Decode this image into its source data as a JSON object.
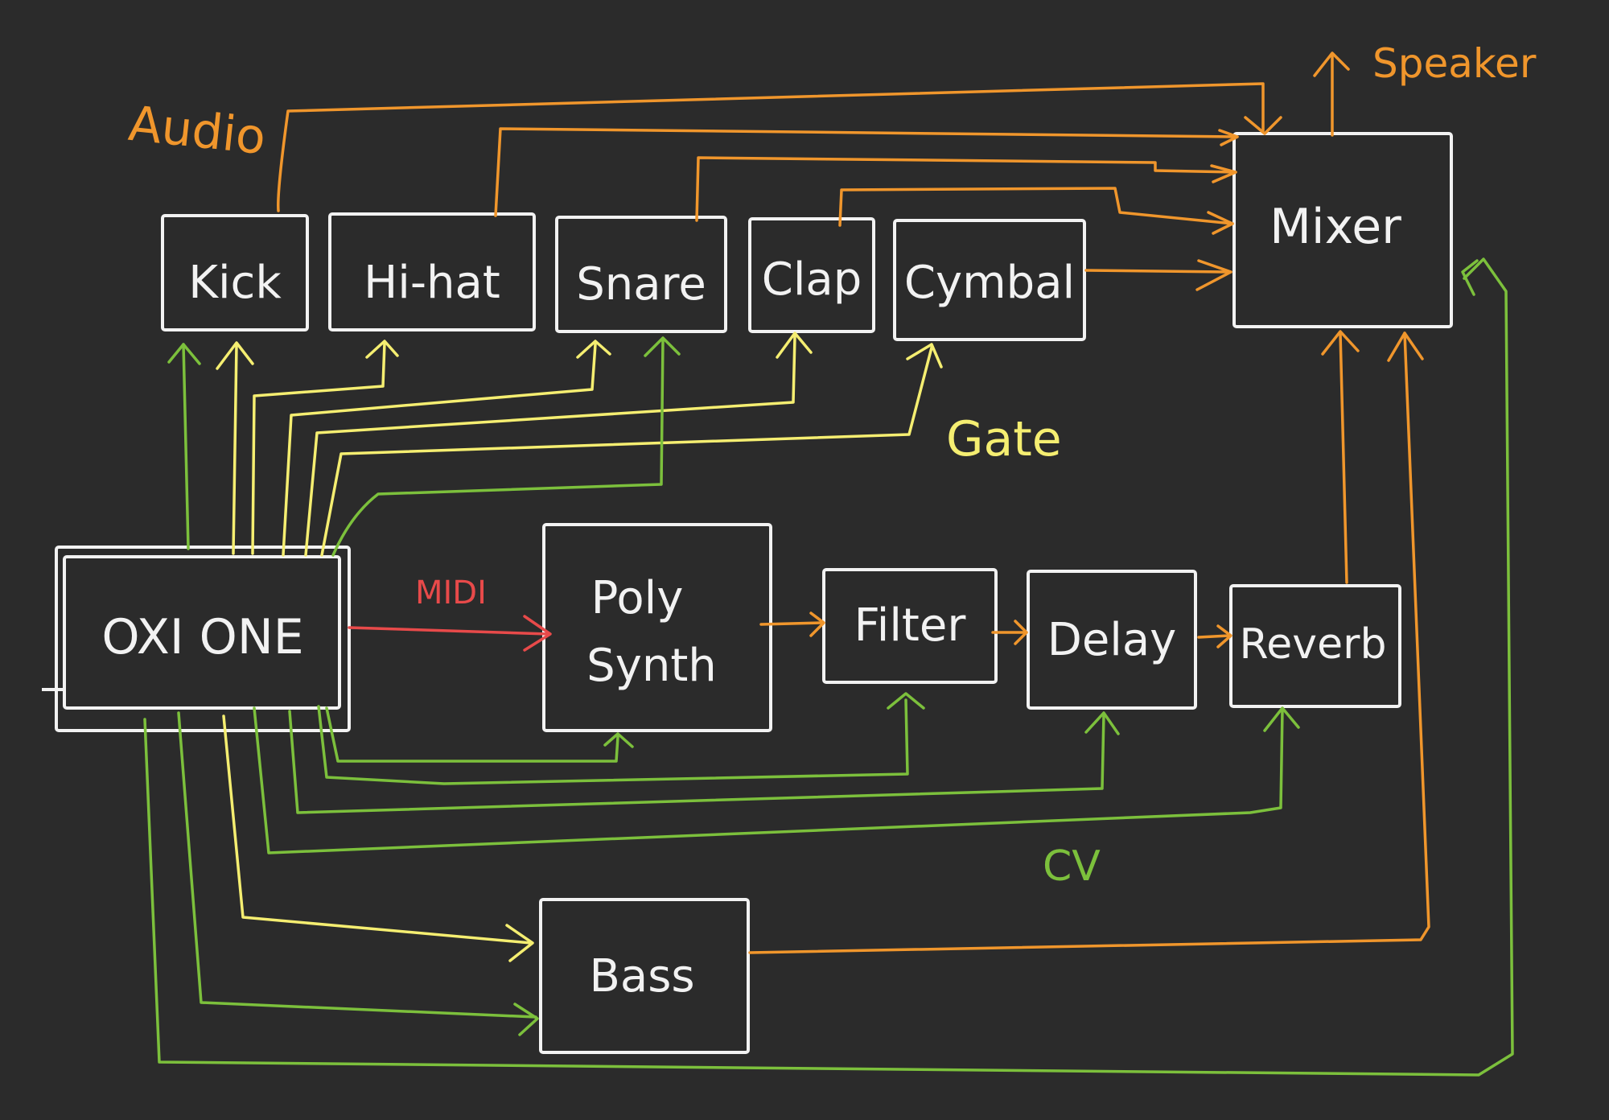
{
  "modules": {
    "kick": "Kick",
    "hihat": "Hi-hat",
    "snare": "Snare",
    "clap": "Clap",
    "cymbal": "Cymbal",
    "mixer": "Mixer",
    "oxi": "OXI ONE",
    "poly_line1": "Poly",
    "poly_line2": "Synth",
    "filter": "Filter",
    "delay": "Delay",
    "reverb": "Reverb",
    "bass": "Bass"
  },
  "labels": {
    "audio": "Audio",
    "speaker": "Speaker",
    "gate": "Gate",
    "midi": "MIDI",
    "cv": "CV"
  },
  "colors": {
    "background": "#2b2b2b",
    "box_outline": "#f2f2f2",
    "audio": "#f0962c",
    "gate": "#f5ee71",
    "cv": "#7cc03c",
    "midi": "#e84a4a"
  }
}
